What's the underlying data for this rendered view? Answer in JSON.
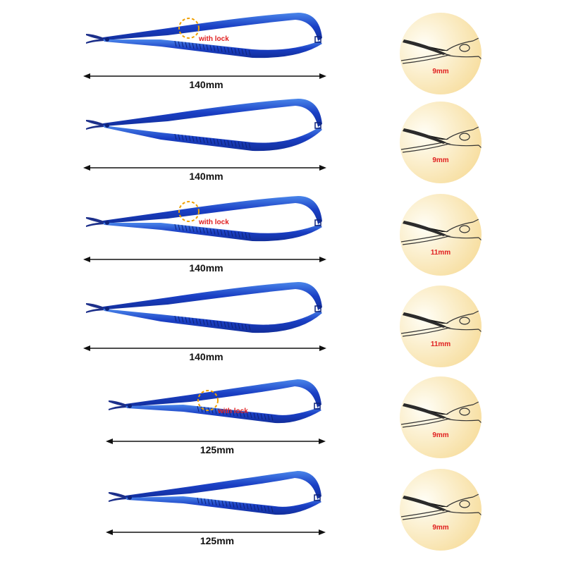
{
  "colors": {
    "instrument": "#1a3fc4",
    "instrument_highlight": "#4a86ea",
    "lock_circle": "#f0a000",
    "lock_text": "#e02020",
    "tip_text": "#e02020",
    "dimension_line": "#111111",
    "detail_bg_light": "#fffef6",
    "detail_bg_dark": "#f5d68a"
  },
  "instruments": [
    {
      "length_label": "140mm",
      "lock": true,
      "lock_label": "with lock",
      "tip_label": "9mm"
    },
    {
      "length_label": "140mm",
      "lock": false,
      "lock_label": "",
      "tip_label": "9mm"
    },
    {
      "length_label": "140mm",
      "lock": true,
      "lock_label": "with lock",
      "tip_label": "11mm"
    },
    {
      "length_label": "140mm",
      "lock": false,
      "lock_label": "",
      "tip_label": "11mm"
    },
    {
      "length_label": "125mm",
      "lock": true,
      "lock_label": "with lock",
      "tip_label": "9mm"
    },
    {
      "length_label": "125mm",
      "lock": false,
      "lock_label": "",
      "tip_label": "9mm"
    }
  ]
}
